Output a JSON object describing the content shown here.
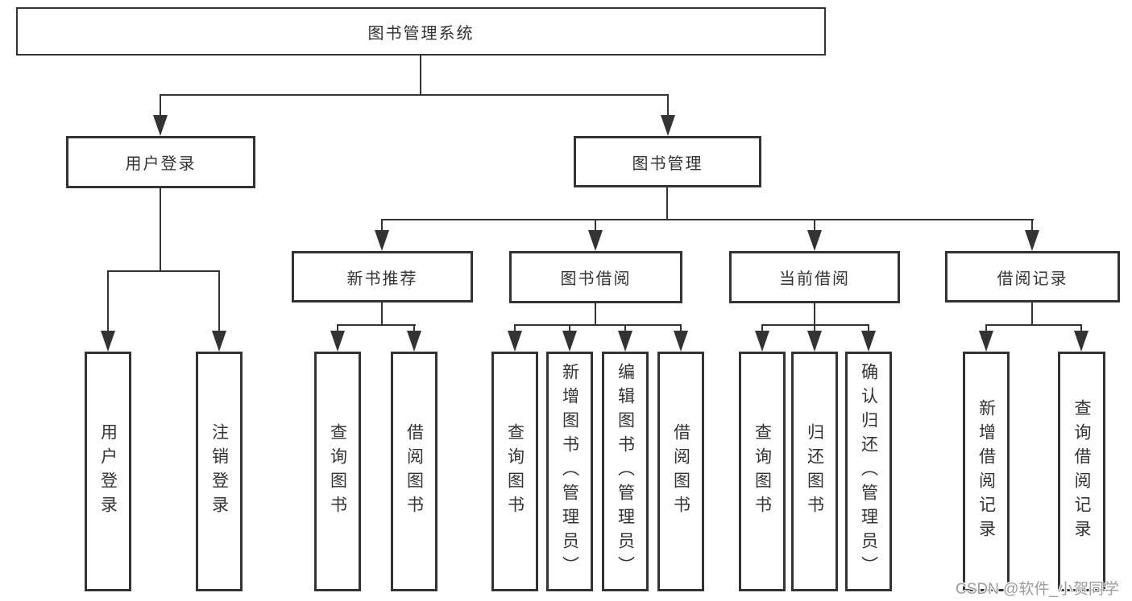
{
  "diagram": {
    "title": "图书管理系统",
    "branches": [
      {
        "label": "用户登录",
        "children": [
          {
            "label": "用户登录"
          },
          {
            "label": "注销登录"
          }
        ]
      },
      {
        "label": "图书管理",
        "children": [
          {
            "label": "新书推荐",
            "children": [
              {
                "label": "查询图书"
              },
              {
                "label": "借阅图书"
              }
            ]
          },
          {
            "label": "图书借阅",
            "children": [
              {
                "label": "查询图书"
              },
              {
                "label": "新增图书（管理员）"
              },
              {
                "label": "编辑图书（管理员）"
              },
              {
                "label": "借阅图书"
              }
            ]
          },
          {
            "label": "当前借阅",
            "children": [
              {
                "label": "查询图书"
              },
              {
                "label": "归还图书"
              },
              {
                "label": "确认归还（管理员）"
              }
            ]
          },
          {
            "label": "借阅记录",
            "children": [
              {
                "label": "新增借阅记录"
              },
              {
                "label": "查询借阅记录"
              }
            ]
          }
        ]
      }
    ]
  },
  "watermark": {
    "text": "CSDN @软件_小贺同学"
  },
  "colors": {
    "line": "#333333",
    "text": "#333333",
    "background": "#ffffff",
    "watermark": "#9c9c9c"
  }
}
